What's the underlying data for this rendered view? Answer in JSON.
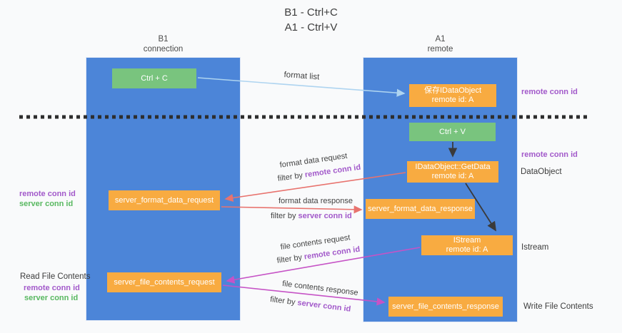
{
  "title": {
    "line1": "B1 - Ctrl+C",
    "line2": "A1 - Ctrl+V"
  },
  "columns": {
    "left": {
      "name": "B1",
      "role": "connection"
    },
    "right": {
      "name": "A1",
      "role": "remote"
    }
  },
  "boxes": {
    "ctrl_c": {
      "label": "Ctrl + C"
    },
    "ctrl_v": {
      "label": "Ctrl + V"
    },
    "save_dataobject": {
      "line1": "保存IDataObject",
      "line2": "remote id: A"
    },
    "getdata": {
      "line1": "IDataObject::GetData",
      "line2": "remote id: A"
    },
    "istream": {
      "line1": "IStream",
      "line2": "remote id: A"
    },
    "server_format_data_request": {
      "label": "server_format_data_request"
    },
    "server_format_data_response": {
      "label": "server_format_data_response"
    },
    "server_file_contents_request": {
      "label": "server_file_contents_request"
    },
    "server_file_contents_response": {
      "label": "server_file_contents_response"
    }
  },
  "arrow_labels": {
    "format_list": "format list",
    "format_data_request": "format data request",
    "format_data_response": "format data response",
    "file_contents_request": "file contents request",
    "file_contents_response": "file contents response",
    "filter_by": "filter by",
    "remote_conn_id": "remote conn id",
    "server_conn_id": "server conn id"
  },
  "side_labels": {
    "remote_conn_id": "remote conn id",
    "server_conn_id": "server conn id",
    "dataobject": "DataObject",
    "istream": "Istream",
    "read_file_contents": "Read File Contents",
    "write_file_contents": "Write File Contents"
  },
  "colors": {
    "column_blue": "#4c85d8",
    "box_green": "#79c47e",
    "box_orange": "#f8ab41",
    "arrow_light_blue": "#aed4f0",
    "arrow_black": "#3a3a3a",
    "arrow_salmon": "#e8736e",
    "arrow_magenta": "#c653c6",
    "dashed_line": "#2d2d2d",
    "text_purple": "#a259ca",
    "text_green": "#58b860"
  }
}
